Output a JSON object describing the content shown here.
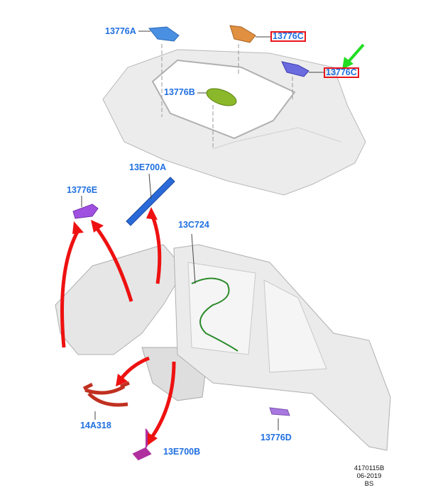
{
  "labels": {
    "a": "13776A",
    "c1": "13776C",
    "c2": "13776C",
    "b": "13776B",
    "e700a": "13E700A",
    "e": "13776E",
    "c724": "13C724",
    "a318": "14A318",
    "e700b": "13E700B",
    "d": "13776D"
  },
  "meta": {
    "code": "4170115B",
    "date": "06-2019",
    "initials": "BS"
  },
  "colors": {
    "label": "#1f6fe0",
    "highlight": "#e8141c",
    "pointer": "#22dd22",
    "arrows": "#ee1111"
  }
}
